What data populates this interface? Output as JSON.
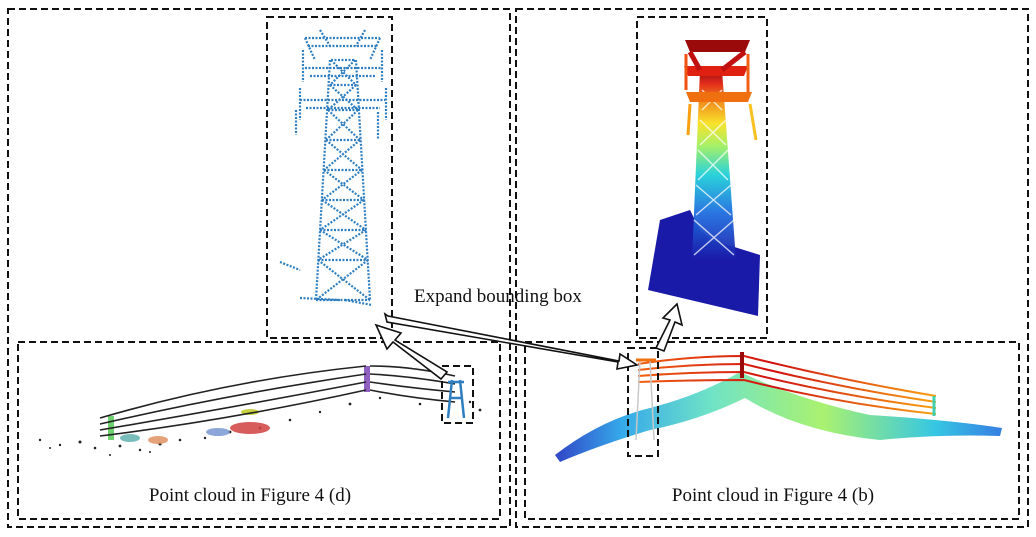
{
  "labels": {
    "expand": "Expand bounding box",
    "left_caption": "Point cloud in Figure 4 (d)",
    "right_caption": "Point cloud in Figure 4 (b)"
  },
  "colors": {
    "tower_blue": "#2f7ec0",
    "wire_dark": "#222222",
    "gradient": [
      "#1a1aa8",
      "#1f6fe0",
      "#1fd0d8",
      "#a0f060",
      "#f8e020",
      "#f08010",
      "#e02010",
      "#900000"
    ]
  }
}
